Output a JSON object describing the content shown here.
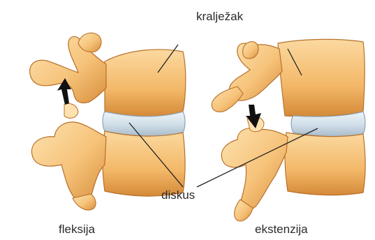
{
  "labels": {
    "vertebra": "kralježak",
    "disc": "diskus",
    "flexion": "fleksija",
    "extension": "ekstenzija"
  },
  "colors": {
    "bone_fill": "#f6c37a",
    "bone_light": "#fde2b0",
    "bone_shadow": "#d98f3c",
    "bone_outline": "#b8702a",
    "disc_fill": "#d2e0ea",
    "disc_light": "#eef4f8",
    "disc_outline": "#8ea3b4",
    "arrow": "#111111",
    "leader_line": "#222222"
  },
  "icons": {
    "flexion_arrow": "arrow-up-icon",
    "extension_arrow": "arrow-down-icon"
  }
}
